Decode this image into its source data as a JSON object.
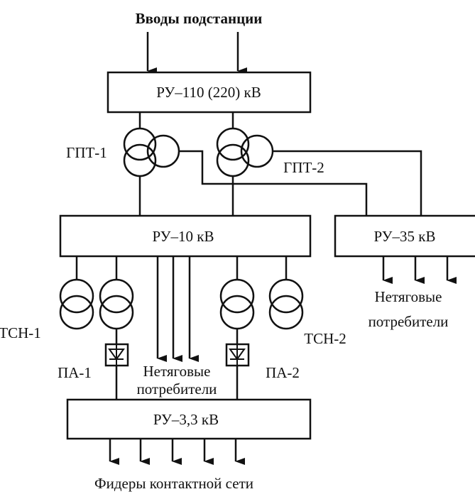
{
  "title": "Вводы подстанции",
  "boxes": {
    "ru110": "РУ–110 (220) кВ",
    "ru10": "РУ–10 кВ",
    "ru35": "РУ–35 кВ",
    "ru33": "РУ–3,3 кВ"
  },
  "labels": {
    "gpt1": "ГПТ-1",
    "gpt2": "ГПТ-2",
    "tsn1": "ТСН-1",
    "tsn2": "ТСН-2",
    "pa1": "ПА-1",
    "pa2": "ПА-2",
    "nontraction_center_1": "Нетяговые",
    "nontraction_center_2": "потребители",
    "nontraction_right_1": "Нетяговые",
    "nontraction_right_2": "потребители",
    "feeders": "Фидеры контактной сети"
  }
}
